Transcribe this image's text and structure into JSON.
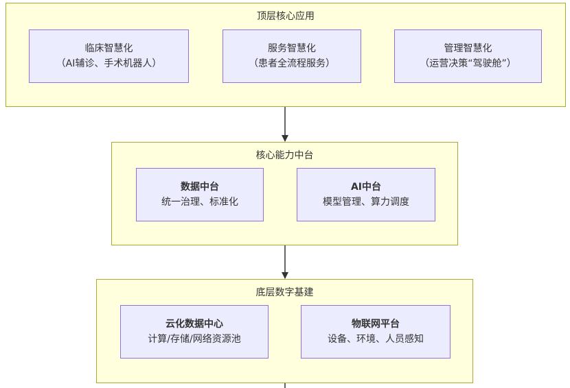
{
  "layers": [
    {
      "title": "顶层核心应用",
      "nodes": [
        {
          "line1": "临床智慧化",
          "line2": "（AI辅诊、手术机器人）"
        },
        {
          "line1": "服务智慧化",
          "line2": "（患者全流程服务）"
        },
        {
          "line1": "管理智慧化",
          "line2": "（运营决策“驾驶舱”）"
        }
      ]
    },
    {
      "title": "核心能力中台",
      "nodes": [
        {
          "line1": "数据中台",
          "line2": "统一治理、标准化"
        },
        {
          "line1": "AI中台",
          "line2": "模型管理、算力调度"
        }
      ]
    },
    {
      "title": "底层数字基建",
      "nodes": [
        {
          "line1": "云化数据中心",
          "line2": "计算/存储/网络资源池"
        },
        {
          "line1": "物联网平台",
          "line2": "设备、环境、人员感知"
        }
      ]
    }
  ],
  "colors": {
    "group_fill": "#ffffde",
    "group_border": "#aaaa33",
    "node_fill": "#ececff",
    "node_border": "#9370db",
    "edge": "#333333"
  }
}
